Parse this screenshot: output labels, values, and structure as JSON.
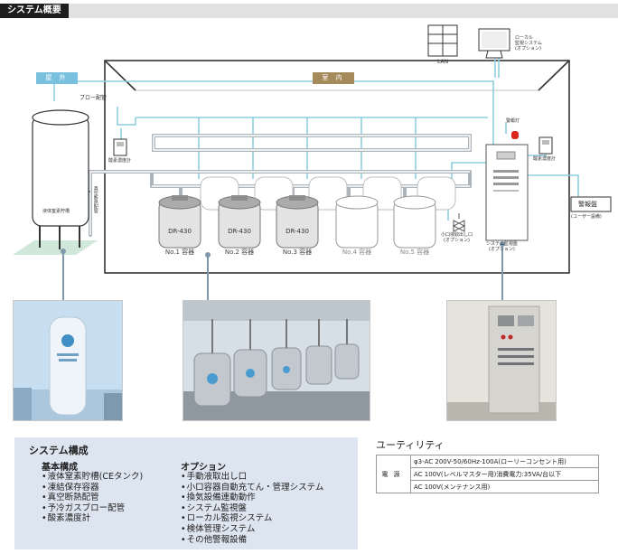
{
  "header": {
    "title": "システム概要"
  },
  "diagram": {
    "outdoor_label": "屋 外",
    "indoor_label": "室 内",
    "blow_pipe_label": "ブロー配管",
    "oxygen_meter_left": "酸素濃度計",
    "oxygen_meter_right": "酸素濃度計",
    "vacuum_pipe_label": "真空断熱配管",
    "ce_tank_label": "液体窒素貯槽",
    "lan_label": "LAN",
    "local_monitor_label": [
      "ローカル",
      "監視システム",
      "(オプション)"
    ],
    "warning_light_label": "警報灯",
    "alarm_panel": "警報盤",
    "alarm_panel_sub": "(ユーザー設備)",
    "small_outlet_label": [
      "小口液取出し口",
      "(オプション)"
    ],
    "control_panel_label": [
      "システム監視盤",
      "(オプション)"
    ],
    "tanks": [
      {
        "model": "DR-430",
        "name": "No.1 容器"
      },
      {
        "model": "DR-430",
        "name": "No.2 容器"
      },
      {
        "model": "DR-430",
        "name": "No.3 容器"
      },
      {
        "model": "",
        "name": "No.4 容器"
      },
      {
        "model": "",
        "name": "No.5 容器"
      }
    ],
    "colors": {
      "pipe_blue": "#8fcfe3",
      "vacuum_pipe": "#aeb4bb",
      "outdoor_badge": "#7ac1df",
      "indoor_badge": "#a58b5c",
      "ground": "#cfe8da",
      "warning_light": "#d8281e"
    }
  },
  "composition": {
    "title": "システム構成",
    "basic_title": "基本構成",
    "basic_items": [
      "液体窒素貯槽(CEタンク)",
      "凍結保存容器",
      "真空断熱配管",
      "予冷ガスブロー配管",
      "酸素濃度計"
    ],
    "option_title": "オプション",
    "option_items": [
      "手動液取出し口",
      "小口容器自動充てん・管理システム",
      "換気設備連動動作",
      "システム監視盤",
      "ローカル監視システム",
      "検体管理システム",
      "その他警報設備"
    ]
  },
  "utility": {
    "title": "ユーティリティ",
    "key": "電源",
    "rows": [
      "φ3-AC 200V-50/60Hz-100A(ローリーコンセント用)",
      "AC 100V(レベルマスター用)消費電力:35VA/台以下",
      "AC 100V(メンテナンス用)"
    ]
  }
}
